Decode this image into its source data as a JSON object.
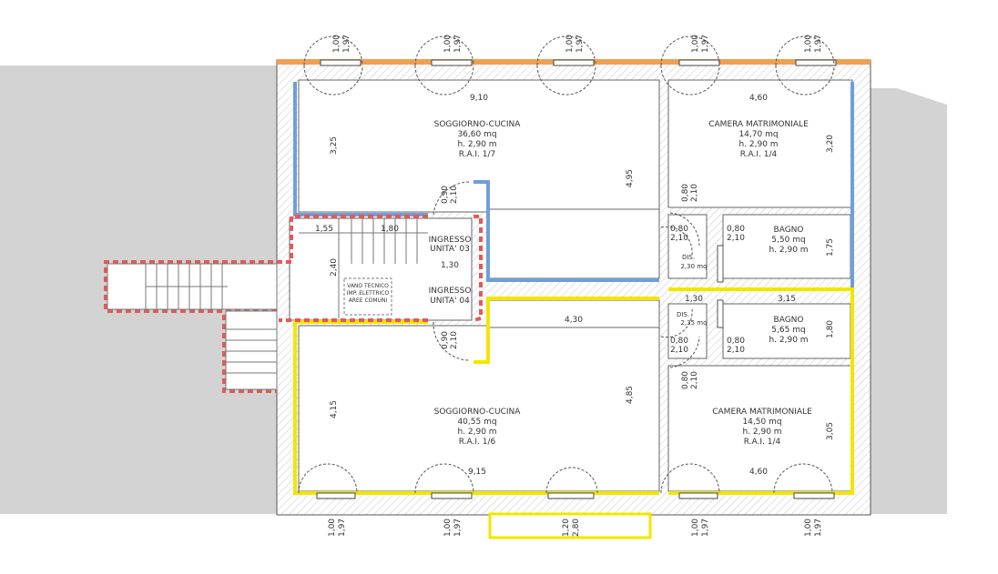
{
  "rooms": {
    "soggiorno_top": {
      "name": "SOGGIORNO-CUCINA",
      "area": "36,60 mq",
      "height": "h. 2,90 m",
      "rai": "R.A.I. 1/7"
    },
    "camera_top": {
      "name": "CAMERA MATRIMONIALE",
      "area": "14,70 mq",
      "height": "h. 2,90 m",
      "rai": "R.A.I. 1/4"
    },
    "bagno_top": {
      "name": "BAGNO",
      "area": "5,50 mq",
      "height": "h. 2,90 m"
    },
    "dis_top": {
      "name": "DIS.",
      "area": "2,30 mq"
    },
    "dis_bottom": {
      "name": "DIS.",
      "area": "2,35 mq"
    },
    "bagno_bottom": {
      "name": "BAGNO",
      "area": "5,65 mq",
      "height": "h. 2,90 m"
    },
    "soggiorno_bottom": {
      "name": "SOGGIORNO-CUCINA",
      "area": "40,55 mq",
      "height": "h. 2,90 m",
      "rai": "R.A.I. 1/6"
    },
    "camera_bottom": {
      "name": "CAMERA MATRIMONIALE",
      "area": "14,50 mq",
      "height": "h. 2,90 m",
      "rai": "R.A.I. 1/4"
    }
  },
  "entrances": {
    "u03": {
      "line1": "INGRESSO",
      "line2": "UNITA' 03"
    },
    "u04": {
      "line1": "INGRESSO",
      "line2": "UNITA' 04"
    }
  },
  "vano": {
    "line1": "VANO TECNICO",
    "line2": "IMP. ELETTRICO",
    "line3": "AREE COMUNI"
  },
  "dims": {
    "w910": "9,10",
    "w460t": "4,60",
    "h325": "3,25",
    "h320": "3,20",
    "h495": "4,95",
    "d155": "1,55",
    "d180": "1,80",
    "h240": "2,40",
    "d130": "1,30",
    "w430": "4,30",
    "h175": "1,75",
    "w130b": "1,30",
    "w315": "3,15",
    "h180": "1,80",
    "h415": "4,15",
    "h485": "4,85",
    "h305": "3,05",
    "w915": "9,15",
    "w460b": "4,60",
    "d080": "0,80",
    "d090": "0,90",
    "d210": "2,10",
    "d100": "1,00",
    "d197": "1,97",
    "d120": "1,20",
    "d280": "2,80"
  },
  "colors": {
    "unit03": "#6f9fd8",
    "unit04": "#f2e600",
    "common": "#e15a5a",
    "roof": "#f0a050",
    "wall": "#9a9a9a",
    "neighbour": "#d3d3d3"
  }
}
